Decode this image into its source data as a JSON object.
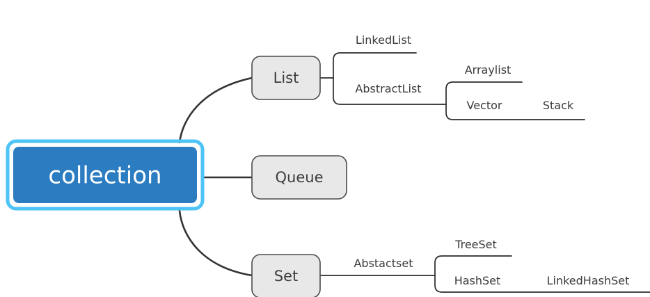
{
  "diagram": {
    "type": "mind-map",
    "title": "collection",
    "background_color": "#ffffff",
    "root": {
      "label": "collection",
      "fill_color": "#2b7cc0",
      "glow_color": "#4ec3f7",
      "text_color": "#ffffff"
    },
    "branch_style": {
      "fill_color": "#e8e8e8",
      "border_color": "#4a4a4a",
      "text_color": "#3c3c3c"
    },
    "edge_color": "#333333",
    "branches": [
      {
        "label": "List",
        "children": [
          {
            "label": "LinkedList",
            "children": []
          },
          {
            "label": "AbstractList",
            "children": [
              {
                "label": "Arraylist",
                "children": []
              },
              {
                "label": "Vector",
                "children": [
                  {
                    "label": "Stack",
                    "children": []
                  }
                ]
              }
            ]
          }
        ]
      },
      {
        "label": "Queue",
        "children": []
      },
      {
        "label": "Set",
        "children": [
          {
            "label": "Abstactset",
            "children": [
              {
                "label": "TreeSet",
                "children": []
              },
              {
                "label": "HashSet",
                "children": [
                  {
                    "label": "LinkedHashSet",
                    "children": []
                  }
                ]
              }
            ]
          }
        ]
      }
    ],
    "labels": {
      "root": "collection",
      "list": "List",
      "queue": "Queue",
      "set": "Set",
      "linkedlist": "LinkedList",
      "abstractlist": "AbstractList",
      "arraylist": "Arraylist",
      "vector": "Vector",
      "stack": "Stack",
      "abstactset": "Abstactset",
      "treeset": "TreeSet",
      "hashset": "HashSet",
      "linkedhashset": "LinkedHashSet"
    }
  }
}
